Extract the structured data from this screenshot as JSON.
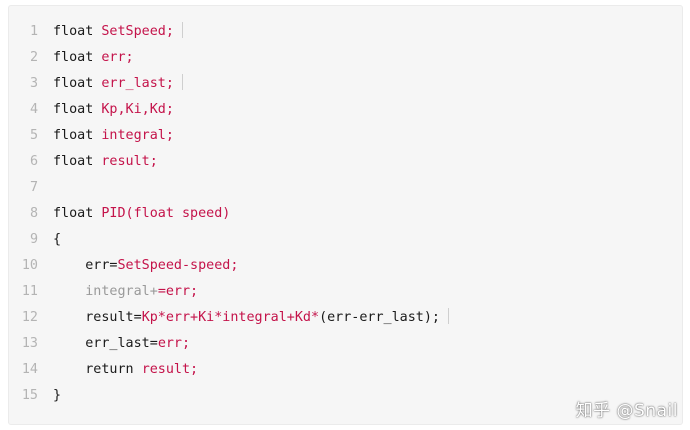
{
  "code": {
    "lines": [
      {
        "num": "1",
        "indent": "",
        "tokens": [
          {
            "text": "float ",
            "style": "plain"
          },
          {
            "text": "SetSpeed;",
            "style": "red"
          }
        ],
        "caret": true
      },
      {
        "num": "2",
        "indent": "",
        "tokens": [
          {
            "text": "float ",
            "style": "plain"
          },
          {
            "text": "err;",
            "style": "red"
          }
        ],
        "caret": false
      },
      {
        "num": "3",
        "indent": "",
        "tokens": [
          {
            "text": "float ",
            "style": "plain"
          },
          {
            "text": "err_last;",
            "style": "red"
          }
        ],
        "caret": true
      },
      {
        "num": "4",
        "indent": "",
        "tokens": [
          {
            "text": "float ",
            "style": "plain"
          },
          {
            "text": "Kp,Ki,Kd;",
            "style": "red"
          }
        ],
        "caret": false
      },
      {
        "num": "5",
        "indent": "",
        "tokens": [
          {
            "text": "float ",
            "style": "plain"
          },
          {
            "text": "integral;",
            "style": "red"
          }
        ],
        "caret": false
      },
      {
        "num": "6",
        "indent": "",
        "tokens": [
          {
            "text": "float ",
            "style": "plain"
          },
          {
            "text": "result;",
            "style": "red"
          }
        ],
        "caret": false
      },
      {
        "num": "7",
        "indent": "",
        "tokens": [],
        "caret": false
      },
      {
        "num": "8",
        "indent": "",
        "tokens": [
          {
            "text": "float ",
            "style": "plain"
          },
          {
            "text": "PID(float speed)",
            "style": "red"
          }
        ],
        "caret": false
      },
      {
        "num": "9",
        "indent": "",
        "tokens": [
          {
            "text": "{",
            "style": "plain"
          }
        ],
        "caret": false
      },
      {
        "num": "10",
        "indent": "    ",
        "tokens": [
          {
            "text": "err=",
            "style": "plain"
          },
          {
            "text": "SetSpeed-speed;",
            "style": "red"
          }
        ],
        "caret": false
      },
      {
        "num": "11",
        "indent": "    ",
        "tokens": [
          {
            "text": "integral+",
            "style": "faded"
          },
          {
            "text": "=err;",
            "style": "red"
          }
        ],
        "caret": false
      },
      {
        "num": "12",
        "indent": "    ",
        "tokens": [
          {
            "text": "result=",
            "style": "plain"
          },
          {
            "text": "Kp*err+Ki*integral+Kd*",
            "style": "red"
          },
          {
            "text": "(err-err_last);",
            "style": "plain"
          }
        ],
        "caret": true
      },
      {
        "num": "13",
        "indent": "    ",
        "tokens": [
          {
            "text": "err_last=",
            "style": "plain"
          },
          {
            "text": "err;",
            "style": "red"
          }
        ],
        "caret": false
      },
      {
        "num": "14",
        "indent": "    ",
        "tokens": [
          {
            "text": "return ",
            "style": "plain"
          },
          {
            "text": "result;",
            "style": "red"
          }
        ],
        "caret": false
      },
      {
        "num": "15",
        "indent": "",
        "tokens": [
          {
            "text": "}",
            "style": "plain"
          }
        ],
        "caret": false
      }
    ]
  },
  "watermark": {
    "text": "知乎 @Snail"
  },
  "colors": {
    "panel_bg": "#f6f6f6",
    "line_number": "#b4b4b4",
    "keyword_red": "#c4134a",
    "plain_text": "#1a1a1a"
  }
}
